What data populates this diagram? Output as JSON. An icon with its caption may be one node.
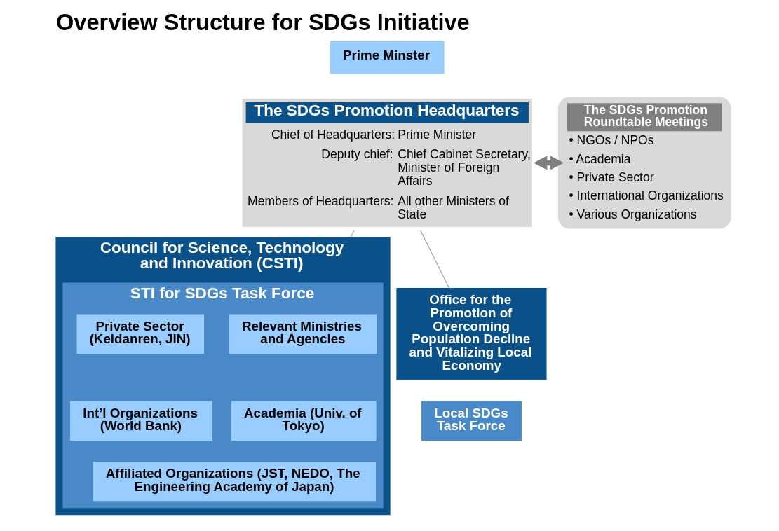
{
  "diagram": {
    "title": "Overview Structure for SDGs Initiative",
    "nodes": [
      {
        "text": [
          "Prime Minster"
        ]
      },
      {
        "text": [
          "The SDGs Promotion Headquarters",
          "Chief of Headquarters:",
          "Prime Minister",
          "Deputy chief:",
          "Chief Cabinet Secretary, Minister of Foreign Affairs",
          "Members of Headquarters:",
          "All other Ministers of State"
        ]
      },
      {
        "text": [
          "The SDGs Promotion Roundtable Meetings",
          "• NGOs / NPOs",
          "• Academia",
          "• Private Sector",
          "• International Organizations",
          "• Various Organizations"
        ]
      },
      {
        "text": [
          "Council for Science, Technology and Innovation (CSTI)"
        ]
      },
      {
        "text": [
          "STI for SDGs Task Force"
        ],
        "in": 3
      },
      {
        "text": [
          "Relevant Ministries and Agencies"
        ],
        "in": 4
      },
      {
        "text": [
          "Private Sector (Keidanren, JIN)"
        ],
        "in": 4
      },
      {
        "text": [
          "Academia (Univ. of Tokyo)"
        ],
        "in": 4
      },
      {
        "text": [
          "Int’l Organizations (World Bank)"
        ],
        "in": 4
      },
      {
        "text": [
          "Affiliated Organizations (JST, NEDO, The Engineering Academy of Japan)"
        ],
        "in": 4
      },
      {
        "text": [
          "Office for the Promotion of Overcoming Population Decline and Vitalizing Local Economy"
        ]
      },
      {
        "text": [
          "Local SDGs Task Force"
        ]
      }
    ],
    "edges": [
      {
        "from": 1,
        "to": 2,
        "arrow": "both",
        "style": "thick",
        "color": "#7f7f7f"
      },
      {
        "from": 1,
        "to": 3,
        "arrow": "none"
      },
      {
        "from": 1,
        "to": 10,
        "arrow": "none"
      }
    ]
  }
}
